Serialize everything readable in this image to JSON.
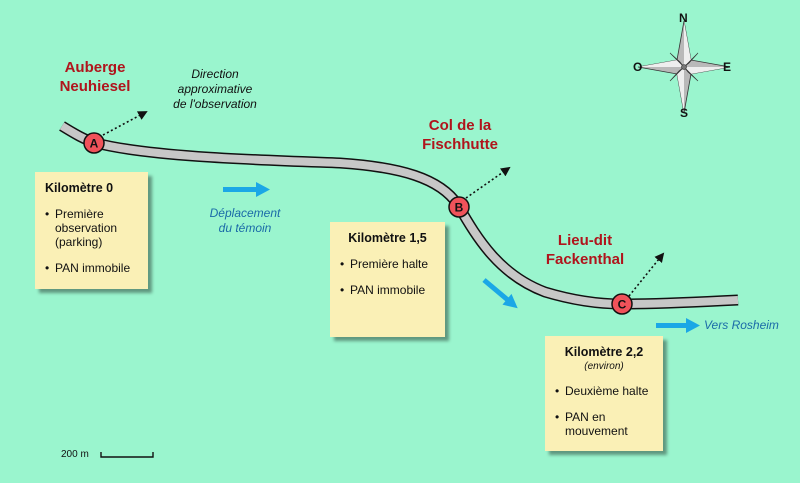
{
  "places": {
    "auberge": "Auberge\nNeuhiesel",
    "col": "Col de la\nFischhutte",
    "lieudit": "Lieu-dit\nFackenthal"
  },
  "notes": {
    "direction": "Direction\napproximative\nde l'observation",
    "deplacement": "Déplacement\ndu témoin",
    "vers": "Vers Rosheim"
  },
  "markers": {
    "a": "A",
    "b": "B",
    "c": "C"
  },
  "boxes": {
    "km0": {
      "title": "Kilomètre 0",
      "items": [
        "Première\nobservation\n(parking)",
        "PAN immobile"
      ]
    },
    "km15": {
      "title": "Kilomètre 1,5",
      "items": [
        "Première halte",
        "PAN immobile"
      ]
    },
    "km22": {
      "title": "Kilomètre 2,2",
      "subtitle": "(environ)",
      "items": [
        "Deuxième halte",
        "PAN en\nmouvement"
      ]
    }
  },
  "compass": {
    "n": "N",
    "s": "S",
    "e": "E",
    "o": "O"
  },
  "scale": {
    "label": "200 m"
  },
  "colors": {
    "background": "#9af5ce",
    "road": "#c7c7c7",
    "marker": "#f0525a",
    "place_text": "#b0141c",
    "box": "#faf0b6",
    "arrow": "#1ba7e6"
  }
}
